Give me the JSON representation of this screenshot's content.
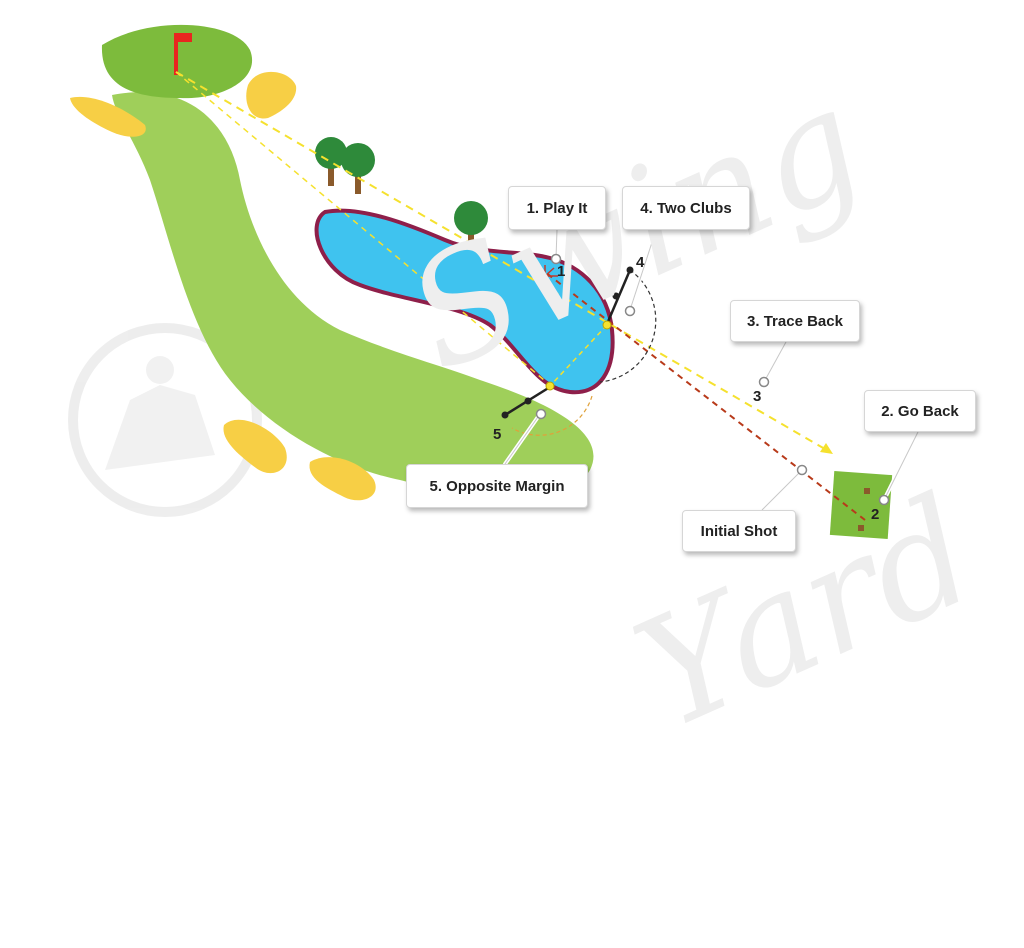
{
  "watermark": {
    "text": "Swing Yard"
  },
  "callouts": {
    "play_it": "1. Play It",
    "go_back": "2. Go Back",
    "trace_back": "3. Trace Back",
    "two_clubs": "4. Two Clubs",
    "opposite_margin": "5. Opposite Margin",
    "initial_shot": "Initial Shot"
  },
  "markers": {
    "m1": "1",
    "m2": "2",
    "m3": "3",
    "m4": "4",
    "m5": "5"
  },
  "colors": {
    "fairway": "#9fcf5a",
    "green": "#7dbb3c",
    "water": "#3fc3ef",
    "water_border": "#8e1f4a",
    "bunker": "#f7cf45",
    "flag": "#e8261f",
    "aim_line": "#f5e12e",
    "shot_line": "#b83a1a",
    "tree": "#2e8a3a",
    "trunk": "#8a5a2b"
  }
}
